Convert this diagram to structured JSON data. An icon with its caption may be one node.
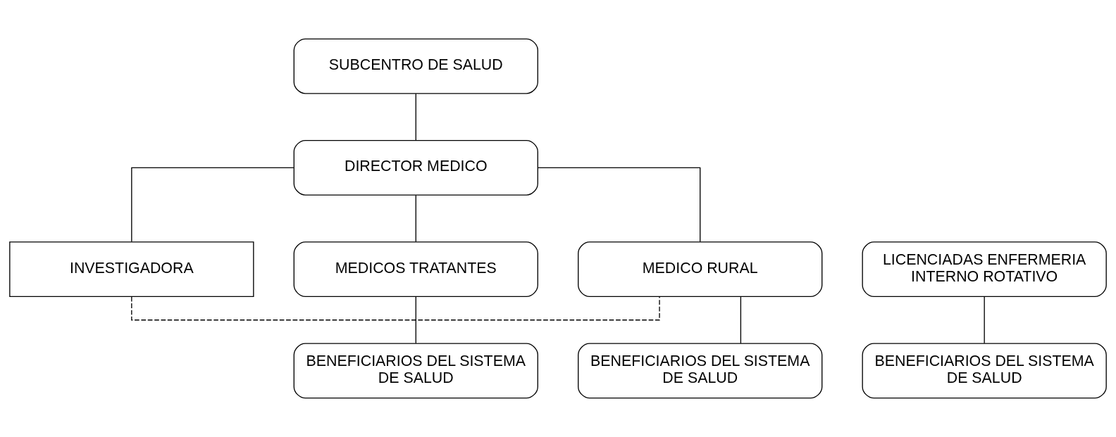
{
  "diagram": {
    "nodes": [
      {
        "text": [
          "SUBCENTRO DE SALUD"
        ]
      },
      {
        "text": [
          "DIRECTOR MEDICO"
        ]
      },
      {
        "text": [
          "INVESTIGADORA"
        ]
      },
      {
        "text": [
          "MEDICOS TRATANTES"
        ]
      },
      {
        "text": [
          "MEDICO RURAL"
        ]
      },
      {
        "text": [
          "LICENCIADAS ENFERMERIA INTERNO ROTATIVO"
        ]
      },
      {
        "text": [
          "BENEFICIARIOS DEL SISTEMA DE SALUD"
        ]
      },
      {
        "text": [
          "BENEFICIARIOS DEL SISTEMA DE SALUD"
        ]
      },
      {
        "text": [
          "BENEFICIARIOS DEL SISTEMA DE SALUD"
        ]
      }
    ],
    "edges": [
      {
        "from": 0,
        "to": 1,
        "arrow": "none"
      },
      {
        "from": 1,
        "to": 3,
        "arrow": "none"
      },
      {
        "from": 1,
        "to": 4,
        "arrow": "none"
      },
      {
        "from": 1,
        "to": 2,
        "arrow": "none"
      },
      {
        "from": 2,
        "to": 4,
        "arrow": "none",
        "style": "dashed"
      },
      {
        "from": 3,
        "to": 6,
        "arrow": "none"
      },
      {
        "from": 4,
        "to": 7,
        "arrow": "none"
      },
      {
        "from": 5,
        "to": 8,
        "arrow": "none"
      }
    ]
  }
}
